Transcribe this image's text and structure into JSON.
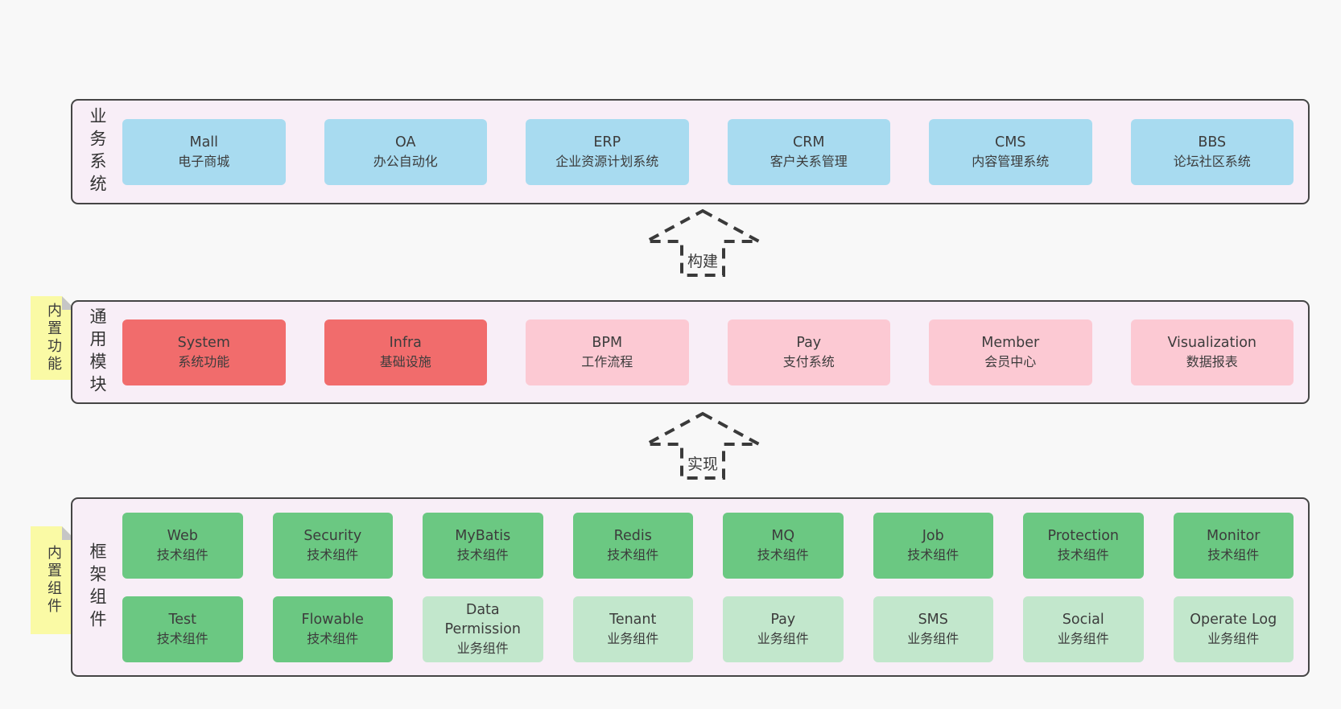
{
  "colors": {
    "page_bg": "#f8f8f8",
    "layer_bg": "#f8eef7",
    "layer_border": "#454545",
    "business_box_blue": "#a8dbf0",
    "module_box_red": "#f16c6c",
    "module_box_pink": "#fcc9d3",
    "tech_box_green": "#6bc882",
    "biz_box_green_light": "#c2e7cc",
    "note_yellow": "#fafaa5",
    "note_fold_gray": "#c6c6c6",
    "text": "#3c3c3c"
  },
  "arrows": [
    {
      "label": "构建"
    },
    {
      "label": "实现"
    }
  ],
  "layers": [
    {
      "label": "业务系统",
      "rows": [
        [
          {
            "name": "Mall",
            "subtitle": "电子商城"
          },
          {
            "name": "OA",
            "subtitle": "办公自动化"
          },
          {
            "name": "ERP",
            "subtitle": "企业资源计划系统"
          },
          {
            "name": "CRM",
            "subtitle": "客户关系管理"
          },
          {
            "name": "CMS",
            "subtitle": "内容管理系统"
          },
          {
            "name": "BBS",
            "subtitle": "论坛社区系统"
          }
        ]
      ]
    },
    {
      "label": "通用模块",
      "note": "内置功能",
      "rows": [
        [
          {
            "name": "System",
            "subtitle": "系统功能"
          },
          {
            "name": "Infra",
            "subtitle": "基础设施"
          },
          {
            "name": "BPM",
            "subtitle": "工作流程"
          },
          {
            "name": "Pay",
            "subtitle": "支付系统"
          },
          {
            "name": "Member",
            "subtitle": "会员中心"
          },
          {
            "name": "Visualization",
            "subtitle": "数据报表"
          }
        ]
      ]
    },
    {
      "label": "框架组件",
      "note": "内置组件",
      "rows": [
        [
          {
            "name": "Web",
            "subtitle": "技术组件"
          },
          {
            "name": "Security",
            "subtitle": "技术组件"
          },
          {
            "name": "MyBatis",
            "subtitle": "技术组件"
          },
          {
            "name": "Redis",
            "subtitle": "技术组件"
          },
          {
            "name": "MQ",
            "subtitle": "技术组件"
          },
          {
            "name": "Job",
            "subtitle": "技术组件"
          },
          {
            "name": "Protection",
            "subtitle": "技术组件"
          },
          {
            "name": "Monitor",
            "subtitle": "技术组件"
          }
        ],
        [
          {
            "name": "Test",
            "subtitle": "技术组件"
          },
          {
            "name": "Flowable",
            "subtitle": "技术组件"
          },
          {
            "name": "Data Permission",
            "subtitle": "业务组件"
          },
          {
            "name": "Tenant",
            "subtitle": "业务组件"
          },
          {
            "name": "Pay",
            "subtitle": "业务组件"
          },
          {
            "name": "SMS",
            "subtitle": "业务组件"
          },
          {
            "name": "Social",
            "subtitle": "业务组件"
          },
          {
            "name": "Operate Log",
            "subtitle": "业务组件"
          }
        ]
      ]
    }
  ]
}
